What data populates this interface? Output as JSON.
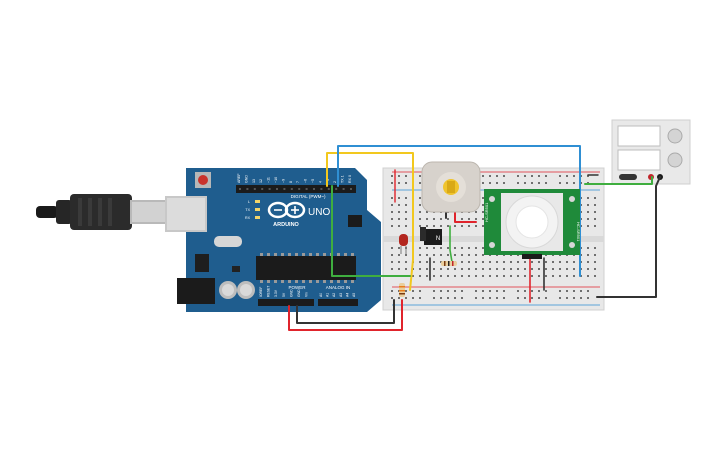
{
  "arduino": {
    "brand": "ARDUINO",
    "model": "UNO",
    "digital_header_label": "DIGITAL (PWM~)",
    "power_label": "POWER",
    "analog_label": "ANALOG IN",
    "digital_pins": [
      "AREF",
      "GND",
      "13",
      "12",
      "~11",
      "~10",
      "~9",
      "8",
      "7",
      "~6",
      "~5",
      "4",
      "~3",
      "2",
      "TX 1",
      "RX 0"
    ],
    "power_pins": [
      "IOREF",
      "RESET",
      "3.3V",
      "5V",
      "GND",
      "GND",
      "Vin"
    ],
    "analog_pins": [
      "A0",
      "A1",
      "A2",
      "A3",
      "A4",
      "A5"
    ],
    "led_labels": [
      "L",
      "TX",
      "RX"
    ],
    "board_color": "#1f5d8e"
  },
  "transistor": {
    "label": "N"
  },
  "pir_sensor": {
    "side_labels": [
      "HC-SR501",
      "HC-SR501"
    ]
  },
  "wire_colors": {
    "yellow": "#f2c81e",
    "blue": "#2f8fd3",
    "green": "#3fae3f",
    "red": "#e0242c",
    "black": "#333333",
    "orange": "#e87d1c"
  }
}
